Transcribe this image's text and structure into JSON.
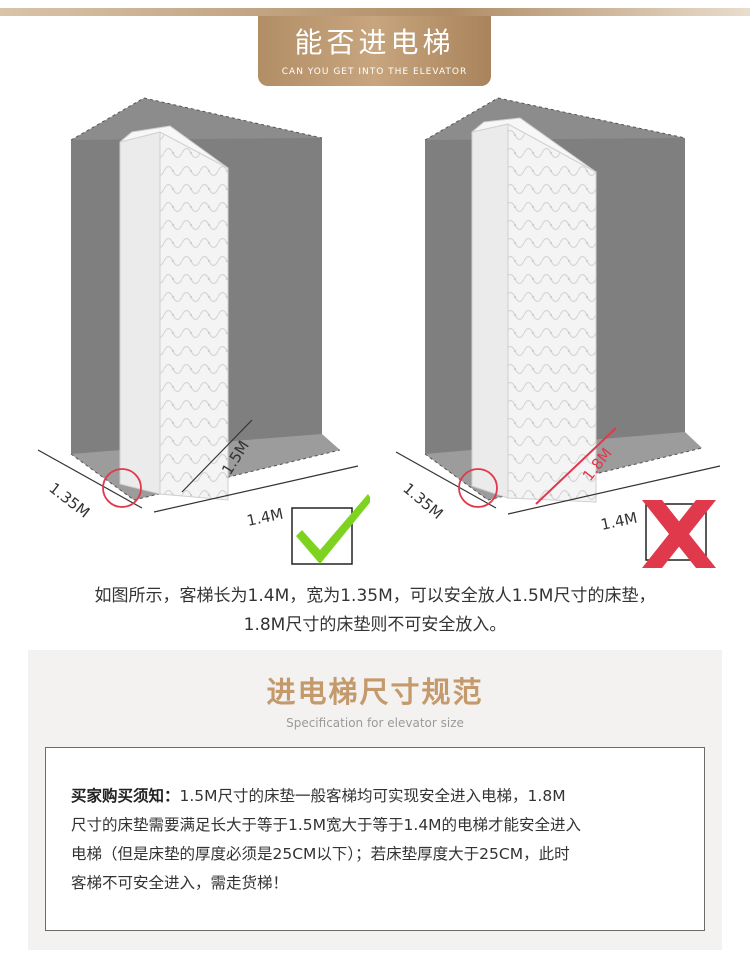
{
  "header": {
    "title_zh": "能否进电梯",
    "title_en": "CAN YOU GET INTO THE ELEVATOR"
  },
  "diagrams": {
    "left": {
      "width_label": "1.35M",
      "length_label": "1.4M",
      "mattress_label": "1.5M",
      "result": "check-icon"
    },
    "right": {
      "width_label": "1.35M",
      "length_label": "1.4M",
      "mattress_label": "1.8M",
      "result": "cross-icon"
    }
  },
  "caption": {
    "line1": "如图所示，客梯长为1.4M，宽为1.35M，可以安全放人1.5M尺寸的床垫，",
    "line2": "1.8M尺寸的床垫则不可安全放入。"
  },
  "spec": {
    "title": "进电梯尺寸规范",
    "subtitle": "Specification for elevator size",
    "lead": "买家购买须知：",
    "line1": "1.5M尺寸的床垫一般客梯均可实现安全进入电梯，1.8M",
    "line2": "尺寸的床垫需要满足长大于等于1.5M宽大于等于1.4M的电梯才能安全进入",
    "line3": "电梯（但是床垫的厚度必须是25CM以下）；若床垫厚度大于25CM，此时",
    "line4": "客梯不可安全进入，需走货梯！"
  },
  "colors": {
    "accent": "#c49a6c",
    "check": "#7ed321",
    "cross": "#e0394c",
    "marker": "#e0394c"
  }
}
